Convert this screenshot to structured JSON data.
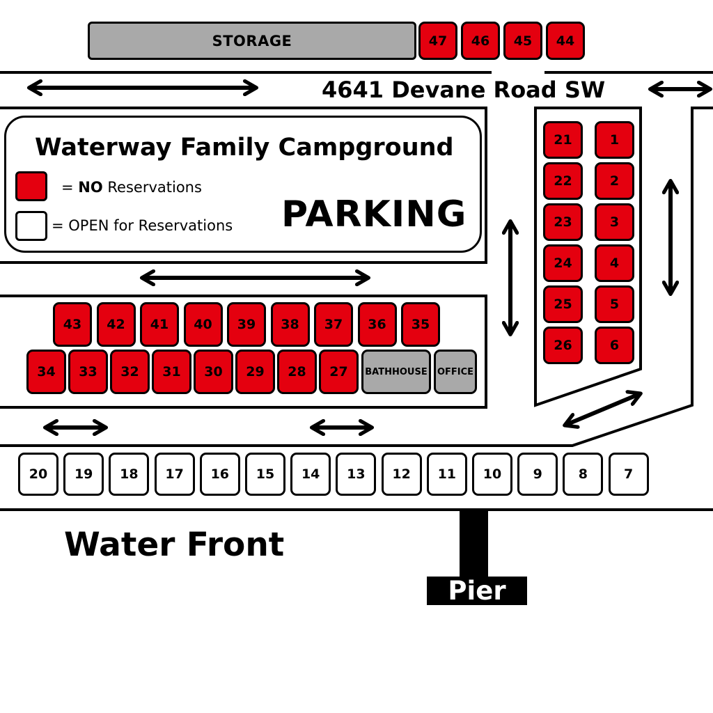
{
  "title": "Waterway Family Campground",
  "address": "4641 Devane Road SW",
  "legend": {
    "red_equals": "= ",
    "red_bold": "NO",
    "red_rest": " Reservations",
    "open_label": "= OPEN for Reservations"
  },
  "parking_label": "PARKING",
  "storage_label": "STORAGE",
  "water_label": "Water Front",
  "pier_label": "Pier",
  "bathhouse_label": "BATHHOUSE",
  "office_label": "OFFICE",
  "colors": {
    "no_reservation": "#e4000f",
    "open": "#ffffff",
    "facility": "#a9a9a9"
  },
  "sites": {
    "storage_row": [
      "47",
      "46",
      "45",
      "44"
    ],
    "right_col_a": [
      "21",
      "22",
      "23",
      "24",
      "25",
      "26"
    ],
    "right_col_b": [
      "1",
      "2",
      "3",
      "4",
      "5",
      "6"
    ],
    "mid_top_row": [
      "43",
      "42",
      "41",
      "40",
      "39",
      "38",
      "37",
      "36",
      "35"
    ],
    "mid_bottom_row": [
      "34",
      "33",
      "32",
      "31",
      "30",
      "29",
      "28",
      "27"
    ],
    "waterfront_row": [
      "20",
      "19",
      "18",
      "17",
      "16",
      "15",
      "14",
      "13",
      "12",
      "11",
      "10",
      "9",
      "8",
      "7"
    ]
  },
  "no_reservation_sites": [
    "1",
    "2",
    "3",
    "4",
    "5",
    "6",
    "21",
    "22",
    "23",
    "24",
    "25",
    "26",
    "27",
    "28",
    "29",
    "30",
    "31",
    "32",
    "33",
    "34",
    "35",
    "36",
    "37",
    "38",
    "39",
    "40",
    "41",
    "42",
    "43",
    "44",
    "45",
    "46",
    "47"
  ],
  "open_sites": [
    "7",
    "8",
    "9",
    "10",
    "11",
    "12",
    "13",
    "14",
    "15",
    "16",
    "17",
    "18",
    "19",
    "20"
  ]
}
